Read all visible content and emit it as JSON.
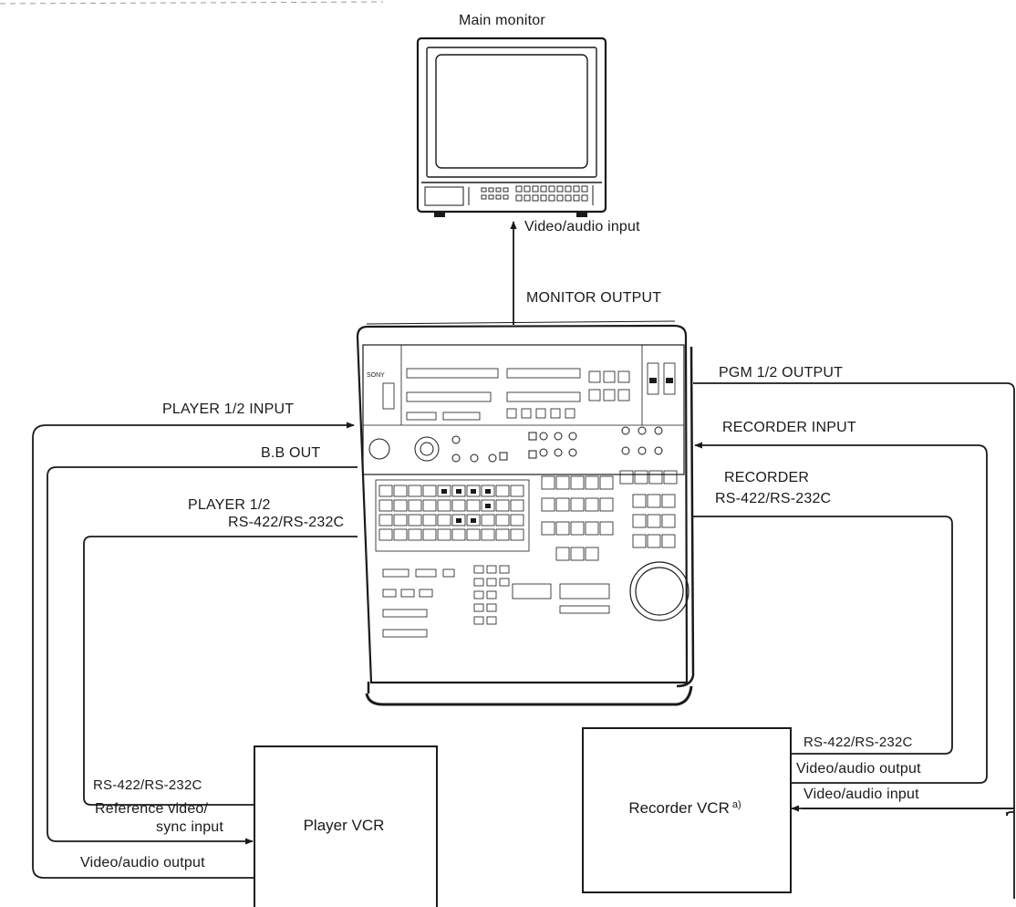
{
  "devices": {
    "main_monitor": "Main monitor",
    "player_vcr": "Player VCR",
    "recorder_vcr": "Recorder VCR",
    "recorder_note": "a)",
    "controller_brand": "SONY"
  },
  "labels": {
    "monitor_video_audio_input": "Video/audio input",
    "monitor_output": "MONITOR OUTPUT",
    "player_input": "PLAYER 1/2 INPUT",
    "bb_out": "B.B OUT",
    "player_rs_line1": "PLAYER 1/2",
    "player_rs_line2": "RS-422/RS-232C",
    "pgm_output": "PGM 1/2 OUTPUT",
    "recorder_input": "RECORDER INPUT",
    "recorder_rs_line1": "RECORDER",
    "recorder_rs_line2": "RS-422/RS-232C",
    "player_vcr_rs": "RS-422/RS-232C",
    "player_vcr_ref_line1": "Reference video/",
    "player_vcr_ref_line2": "sync input",
    "player_vcr_av_output": "Video/audio output",
    "recorder_vcr_rs": "RS-422/RS-232C",
    "recorder_vcr_av_output": "Video/audio output",
    "recorder_vcr_av_input": "Video/audio input"
  }
}
